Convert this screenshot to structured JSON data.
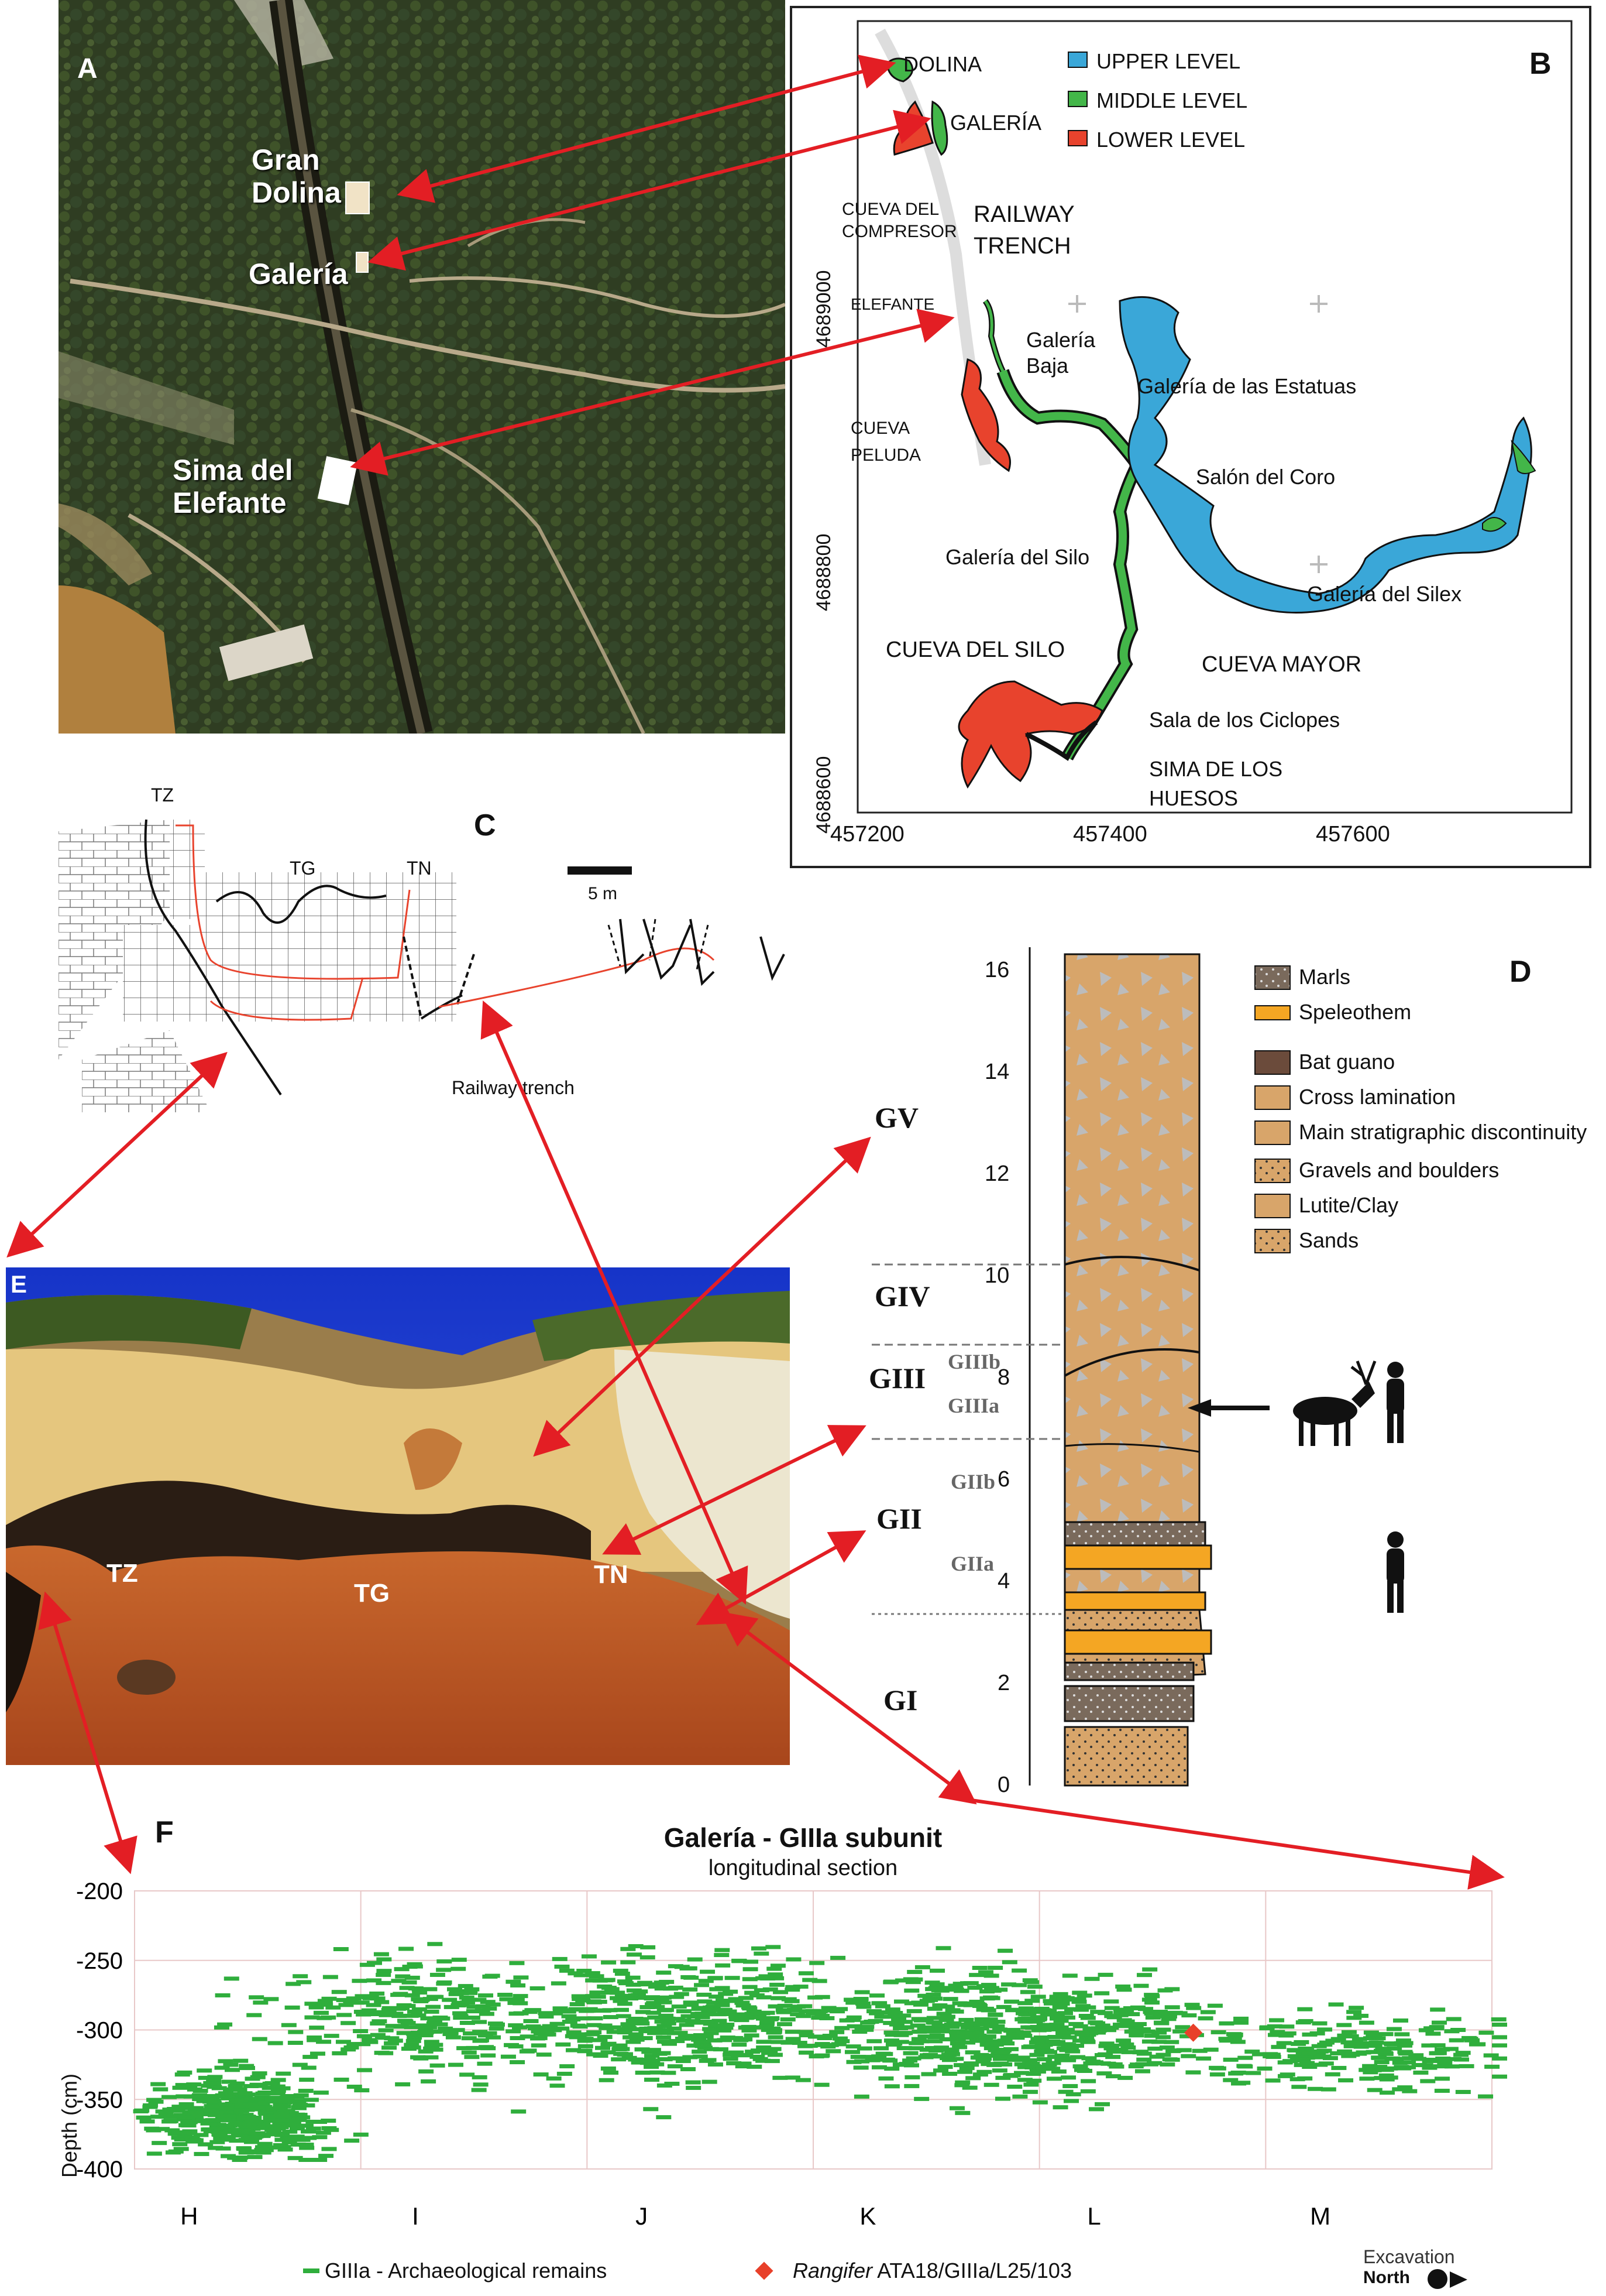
{
  "panel_labels": {
    "a": "A",
    "b": "B",
    "c": "C",
    "d": "D",
    "e": "E",
    "f": "F"
  },
  "panelA": {
    "sites": [
      "Gran\nDolina",
      "Galería",
      "Sima del\nElefante"
    ]
  },
  "panelB": {
    "legend": [
      {
        "label": "UPPER LEVEL",
        "color": "#3aa7d8"
      },
      {
        "label": "MIDDLE LEVEL",
        "color": "#43b649"
      },
      {
        "label": "LOWER LEVEL",
        "color": "#e8432d"
      }
    ],
    "places": [
      "DOLINA",
      "GALERÍA",
      "CUEVA DEL\nCOMPRESOR",
      "RAILWAY\nTRENCH",
      "ELEFANTE",
      "Galería\nBaja",
      "Galería de las Estatuas",
      "CUEVA\nPELUDA",
      "Salón del Coro",
      "Galería del Silo",
      "Galería del Silex",
      "CUEVA DEL SILO",
      "CUEVA MAYOR",
      "Sala de los Ciclopes",
      "SIMA DE LOS\nHUESOS"
    ],
    "x_ticks": [
      "457200",
      "457400",
      "457600"
    ],
    "y_ticks": [
      "4689000",
      "4688800",
      "4688600"
    ]
  },
  "panelC": {
    "labels": [
      "TZ",
      "TG",
      "TN",
      "Railway trench"
    ],
    "scale": "5 m"
  },
  "panelD": {
    "y_ticks": [
      "0",
      "2",
      "4",
      "6",
      "8",
      "10",
      "12",
      "14",
      "16"
    ],
    "units": [
      "GV",
      "GIV",
      "GIII",
      "GII",
      "GI"
    ],
    "subunits": [
      "GIIIb",
      "GIIIa",
      "GIIb",
      "GIIa"
    ],
    "legend": [
      "Marls",
      "Speleothem",
      "Bat guano",
      "Cross lamination",
      "Main stratigraphic discontinuity",
      "Gravels and boulders",
      "Lutite/Clay",
      "Sands"
    ]
  },
  "panelE": {
    "labels": [
      "TZ",
      "TG",
      "TN"
    ]
  },
  "chart_data": {
    "type": "scatter",
    "title": "Galería - GIIIa subunit",
    "subtitle": "longitudinal section",
    "ylabel": "Depth (cm)",
    "xlabel": "",
    "ylim": [
      -400,
      -200
    ],
    "y_ticks": [
      "-200",
      "-250",
      "-300",
      "-350",
      "-400"
    ],
    "x_categories": [
      "H",
      "I",
      "J",
      "K",
      "L",
      "M"
    ],
    "grid": true,
    "series": [
      {
        "name": "GIIIa - Archaeological remains",
        "color": "#2fae3c",
        "marker": "dash"
      },
      {
        "name": "Rangifer ATA18/GIIIa/L25/103",
        "color": "#e8402a",
        "marker": "diamond",
        "points": [
          {
            "x": "L",
            "offset": 0.68,
            "y": -302
          }
        ]
      }
    ],
    "legend_display": {
      "remains_label": "GIIIa - Archaeological remains",
      "rangifer_italic": "Rangifer",
      "rangifer_rest": " ATA18/GIIIa/L25/103"
    },
    "excavation": "Excavation",
    "north": "North"
  }
}
